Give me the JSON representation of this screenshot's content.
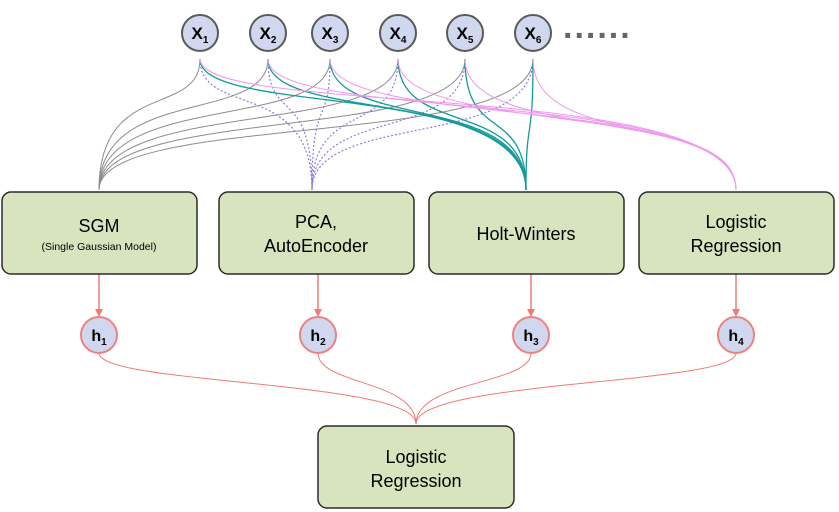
{
  "inputs": [
    {
      "main": "X",
      "sub": "1"
    },
    {
      "main": "X",
      "sub": "2"
    },
    {
      "main": "X",
      "sub": "3"
    },
    {
      "main": "X",
      "sub": "4"
    },
    {
      "main": "X",
      "sub": "5"
    },
    {
      "main": "X",
      "sub": "6"
    }
  ],
  "ellipsis": "......",
  "models": [
    {
      "lines": [
        "SGM"
      ],
      "subline": "(Single Gaussian Model)"
    },
    {
      "lines": [
        "PCA,",
        "AutoEncoder"
      ],
      "subline": ""
    },
    {
      "lines": [
        "Holt-Winters"
      ],
      "subline": ""
    },
    {
      "lines": [
        "Logistic",
        "Regression"
      ],
      "subline": ""
    }
  ],
  "hidden": [
    {
      "main": "h",
      "sub": "1"
    },
    {
      "main": "h",
      "sub": "2"
    },
    {
      "main": "h",
      "sub": "3"
    },
    {
      "main": "h",
      "sub": "4"
    }
  ],
  "output": {
    "lines": [
      "Logistic",
      "Regression"
    ]
  },
  "colors": {
    "node_fill": "#cfd8ee",
    "node_stroke": "#5a5a5a",
    "box_fill": "#d7e4bd",
    "box_stroke": "#2b2b2b",
    "hidden_stroke": "#f08080",
    "red_arrow": "#f07a78",
    "gray_line": "#8c8c8c",
    "purple_line": "#8b7fd8",
    "teal_line": "#159a9a",
    "pink_line": "#ee99ee"
  }
}
